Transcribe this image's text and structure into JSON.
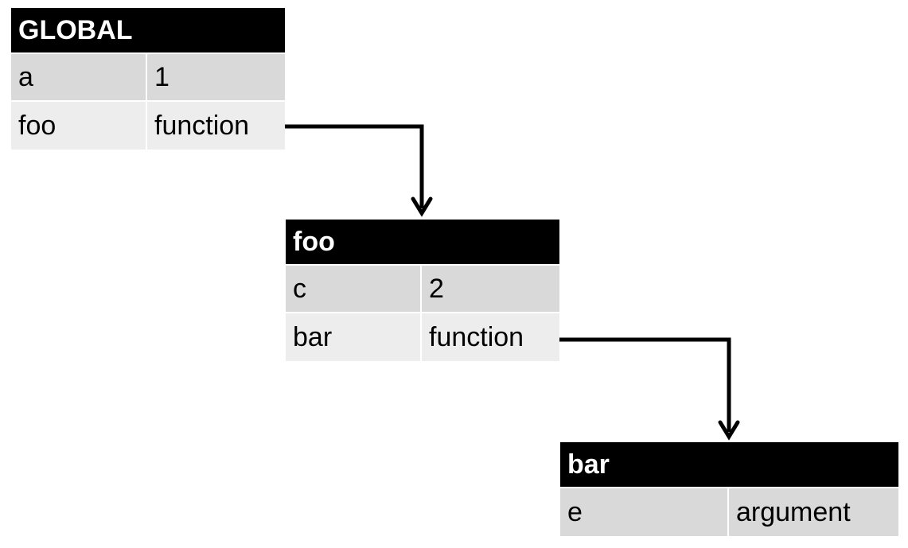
{
  "scopes": {
    "global": {
      "title": "GLOBAL",
      "rows": [
        {
          "name": "a",
          "value": "1"
        },
        {
          "name": "foo",
          "value": "function"
        }
      ]
    },
    "foo": {
      "title": "foo",
      "rows": [
        {
          "name": "c",
          "value": "2"
        },
        {
          "name": "bar",
          "value": "function"
        }
      ]
    },
    "bar": {
      "title": "bar",
      "rows": [
        {
          "name": "e",
          "value": "argument"
        }
      ]
    }
  },
  "colors": {
    "header_bg": "#000000",
    "header_text": "#ffffff",
    "row_odd": "#d9d9d9",
    "row_even": "#ededed",
    "arrow": "#000000"
  }
}
